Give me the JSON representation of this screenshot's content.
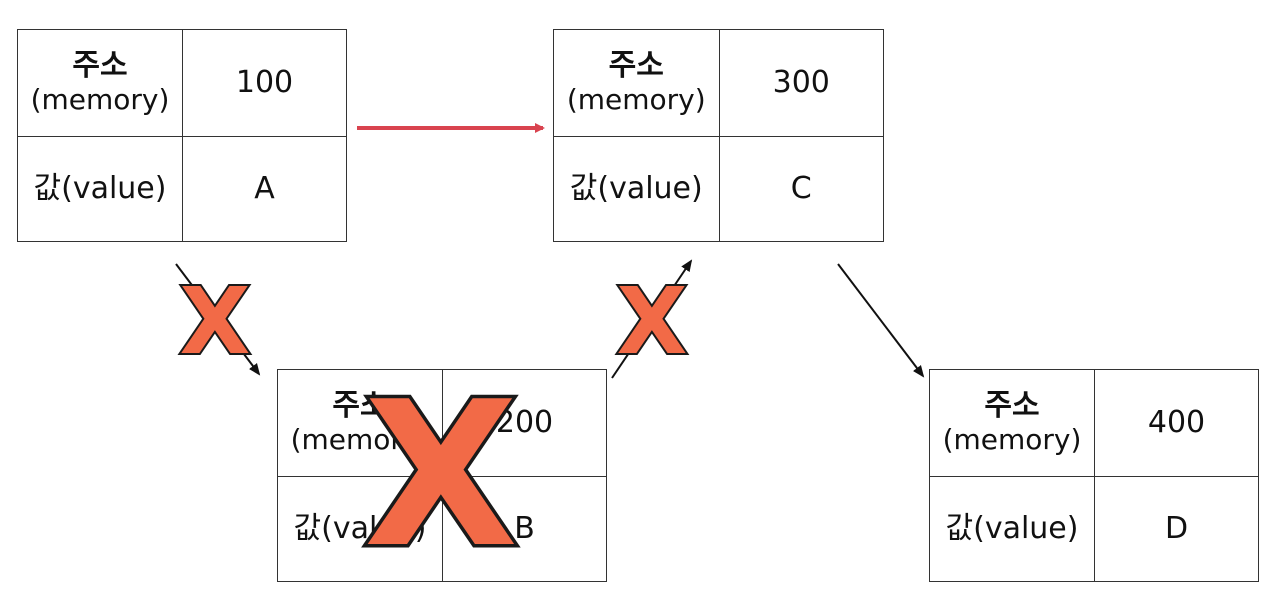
{
  "nodes": [
    {
      "addr_label_ko": "주소",
      "addr_label_en": "(memory)",
      "address": "100",
      "value_label": "값(value)",
      "value": "A"
    },
    {
      "addr_label_ko": "주소",
      "addr_label_en": "(memory)",
      "address": "200",
      "value_label": "값(value)",
      "value": "B"
    },
    {
      "addr_label_ko": "주소",
      "addr_label_en": "(memory)",
      "address": "300",
      "value_label": "값(value)",
      "value": "C"
    },
    {
      "addr_label_ko": "주소",
      "addr_label_en": "(memory)",
      "address": "400",
      "value_label": "값(value)",
      "value": "D"
    }
  ],
  "links": [
    {
      "from": "A",
      "to": "C",
      "color": "#d9434f",
      "status": "new"
    },
    {
      "from": "A",
      "to": "B",
      "color": "#111111",
      "status": "removed"
    },
    {
      "from": "B",
      "to": "C",
      "color": "#111111",
      "status": "removed"
    },
    {
      "from": "C",
      "to": "D",
      "color": "#111111",
      "status": "active"
    }
  ],
  "marks": {
    "cross": "X",
    "cross_color": "#f26a47"
  }
}
